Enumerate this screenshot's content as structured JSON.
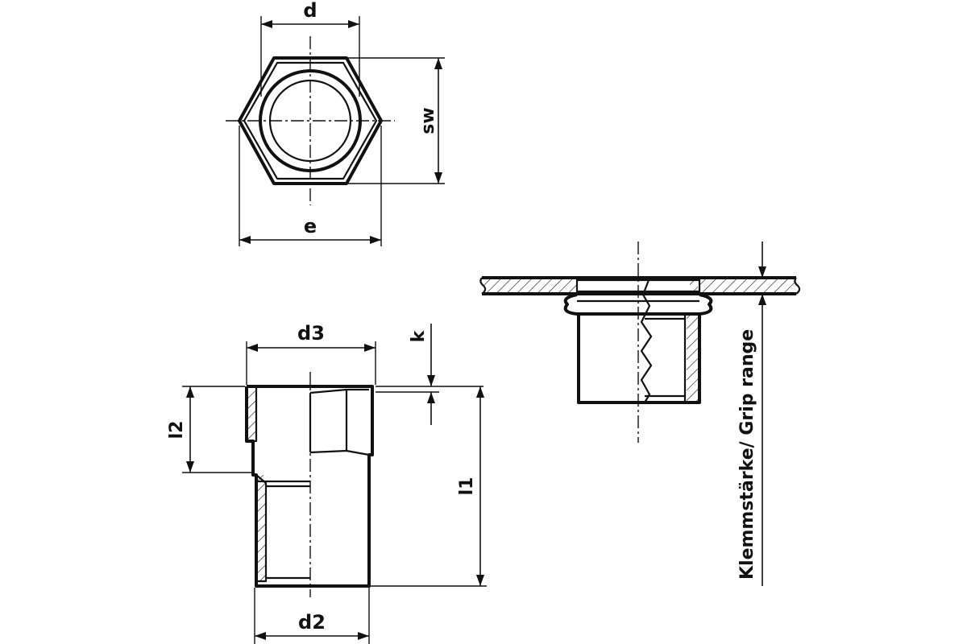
{
  "top_view": {
    "dim_d": "d",
    "dim_sw": "sw",
    "dim_e": "e"
  },
  "section_view": {
    "dim_d3": "d3",
    "dim_k": "k",
    "dim_l2": "l2",
    "dim_l1": "l1",
    "dim_d2": "d2"
  },
  "installed_view": {
    "grip_label": "Klemmstärke/ Grip range"
  }
}
